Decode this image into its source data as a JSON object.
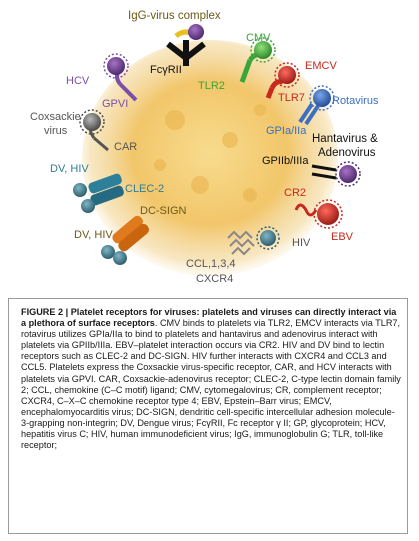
{
  "labels": {
    "igg_complex": "IgG-virus complex",
    "fcgrii": "FcγRII",
    "cmv": "CMV",
    "tlr2": "TLR2",
    "emcv": "EMCV",
    "tlr7": "TLR7",
    "rotavirus": "Rotavirus",
    "gpia_iia": "GPIa/IIa",
    "hantavirus_1": "Hantavirus &",
    "hantavirus_2": "Adenovirus",
    "gpiib_iiia": "GPIIb/IIIa",
    "hcv": "HCV",
    "gpvi": "GPVI",
    "coxsackie_1": "Coxsackie",
    "coxsackie_2": "virus",
    "car": "CAR",
    "dv_hiv_1": "DV, HIV",
    "clec2": "CLEC-2",
    "cr2": "CR2",
    "ebv": "EBV",
    "dcsign": "DC-SIGN",
    "dv_hiv_2": "DV, HIV",
    "hiv": "HIV",
    "ccl": "CCL,1,3,4",
    "cxcr4": "CXCR4"
  },
  "caption": {
    "title": "FIGURE 2 | Platelet receptors for viruses: platelets and viruses can directly interact via a plethora of surface receptors",
    "body": ". CMV binds to platelets via TLR2, EMCV interacts via TLR7, rotavirus utilizes GPIa/IIa to bind to platelets and hantavirus and adenovirus interact with platelets via GPIIb/IIIa. EBV–platelet interaction occurs via CR2. HIV and DV bind to lectin receptors such as CLEC-2 and DC-SIGN. HIV further interacts with CXCR4 and CCL3 and CCL5. Platelets express the Coxsackie virus-specific receptor, CAR, and HCV interacts with platelets via GPVI. CAR, Coxsackie-adenovirus receptor; CLEC-2, C-type lectin domain family 2; CCL, chemokine (C–C motif) ligand; CMV, cytomegalovirus; CR, complement receptor; CXCR4, C–X–C chemokine receptor type 4; EBV, Epstein–Barr virus; EMCV, encephalomyocarditis virus; DC-SIGN, dendritic cell-specific intercellular adhesion molecule-3-grapping non-integrin; DV, Dengue virus; FcγRII, Fc receptor γ II; GP, glycoprotein; HCV, hepatitis virus C; HIV, human immunodeficient virus; IgG, immunoglobulin G; TLR, toll-like receptor;"
  },
  "colors": {
    "olive": "#6b5a18",
    "green": "#3aa53a",
    "red": "#c8281e",
    "blue": "#3a6fc4",
    "teal": "#2e7f9a",
    "black": "#111111",
    "gray": "#555555",
    "purple": "#7a4fa8",
    "platelet": "#f2c66a"
  }
}
